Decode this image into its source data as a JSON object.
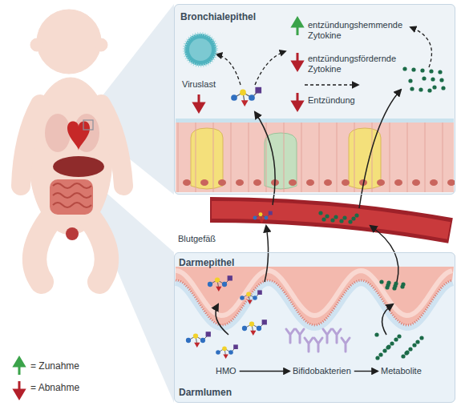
{
  "diagram": {
    "nodes": [
      {
        "text": [
          "Bronchialepithel"
        ]
      },
      {
        "text": [
          "entzündungshemmende Zytokine"
        ],
        "in": 0
      },
      {
        "text": [
          "Viruslast"
        ],
        "in": 0
      },
      {
        "text": [
          "entzündungsfördernde Zytokine"
        ],
        "in": 0
      },
      {
        "text": [
          "Entzündung"
        ],
        "in": 0
      },
      {
        "text": [
          "Blutgefäß"
        ]
      },
      {
        "text": [
          "Darmepithel",
          "Darmlumen"
        ]
      },
      {
        "text": [
          "HMO"
        ],
        "in": 6
      },
      {
        "text": [
          "Bifidobakterien"
        ],
        "in": 6
      },
      {
        "text": [
          "Metabolite"
        ],
        "in": 6
      }
    ],
    "edges": [
      {
        "from": 3,
        "to": 4,
        "arrow": "to"
      },
      {
        "from": 7,
        "to": 8,
        "arrow": "to"
      },
      {
        "from": 8,
        "to": 9,
        "arrow": "to"
      }
    ],
    "legend": [
      {
        "text": "= Zunahme"
      },
      {
        "text": "= Abnahme"
      }
    ]
  }
}
